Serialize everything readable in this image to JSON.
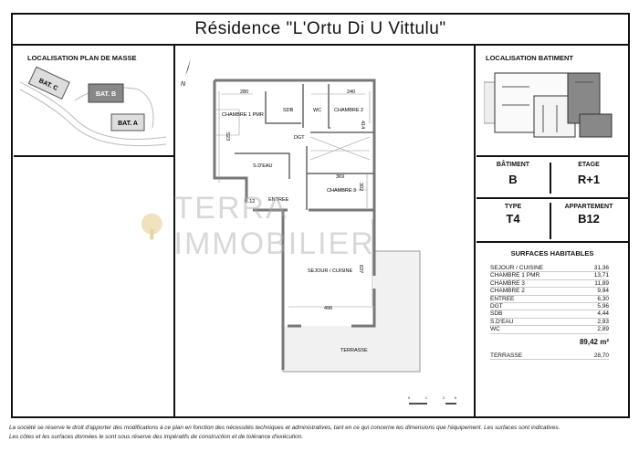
{
  "title": "Résidence \"L'Ortu Di U Vittulu\"",
  "site_plan": {
    "title": "LOCALISATION PLAN DE MASSE",
    "buildings": [
      "BAT. C",
      "BAT. B",
      "BAT. A"
    ]
  },
  "building_location": {
    "title": "LOCALISATION BATIMENT"
  },
  "info": {
    "batiment_label": "BÂTIMENT",
    "batiment": "B",
    "etage_label": "ETAGE",
    "etage": "R+1",
    "type_label": "TYPE",
    "type": "T4",
    "appartement_label": "APPARTEMENT",
    "appartement": "B12"
  },
  "surfaces": {
    "title": "SURFACES HABITABLES",
    "rows": [
      {
        "name": "SEJOUR / CUISINE",
        "value": "31,36"
      },
      {
        "name": "CHAMBRE 1 PMR",
        "value": "13,71"
      },
      {
        "name": "CHAMBRE 3",
        "value": "11,89"
      },
      {
        "name": "CHAMBRE 2",
        "value": "9,94"
      },
      {
        "name": "ENTREE",
        "value": "6,30"
      },
      {
        "name": "DGT",
        "value": "5,96"
      },
      {
        "name": "SDB",
        "value": "4,44"
      },
      {
        "name": "S.D'EAU",
        "value": "2,93"
      },
      {
        "name": "WC",
        "value": "2,89"
      }
    ],
    "total": "89,42 m²",
    "terrace": {
      "name": "TERRASSE",
      "value": "28,70"
    }
  },
  "plan": {
    "north": "N",
    "rooms": {
      "ch1": "CHAMBRE 1 PMR",
      "sdb": "SDB",
      "wc": "WC",
      "ch2": "CHAMBRE 2",
      "dgt": "DGT",
      "sdeau": "S.D'EAU",
      "ch3": "CHAMBRE 3",
      "entree": "ENTREE",
      "lot": "B.12",
      "sejour": "SEJOUR / CUISINE",
      "terrasse": "TERRASSE"
    },
    "dims": {
      "d280": "280",
      "d240": "240",
      "d523": "523",
      "d414": "414",
      "d369": "369",
      "d302": "302",
      "d637": "637",
      "d496": "496"
    },
    "scale": [
      "0",
      "1",
      "2",
      "5"
    ]
  },
  "watermark": "TERRA IMMOBILIER",
  "disclaimer": [
    "La société se réserve le droit d'apporter des modifications à ce plan en fonction des nécessités techniques et administratives, tant en ce qui concerne les dimensions que l'équipement. Les surfaces sont indicatives.",
    "Les côtes et les surfaces données le sont sous réserve des impératifs de construction et de tolérance d'exécution."
  ]
}
